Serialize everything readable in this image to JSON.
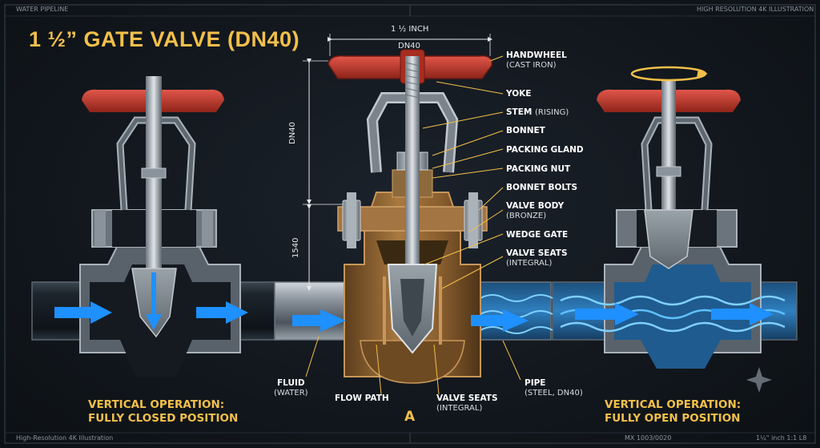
{
  "title": "1 ½” GATE VALVE (DN40)",
  "corners": {
    "top_left": "WATER PIPELINE",
    "top_right": "HIGH RESOLUTION 4K ILLUSTRATION",
    "bottom_left": "High-Resolution 4K Illustration",
    "bottom_mid": "MX 1003/0020",
    "bottom_right": "1¼\" inch 1:1 L8"
  },
  "dimensions": {
    "top_inch": "1 ½ INCH",
    "top_dn": "DN40",
    "side_dn": "DN40",
    "side_num": "1540"
  },
  "callouts": [
    {
      "label": "HANDWHEEL",
      "sub": "(CAST IRON)"
    },
    {
      "label": "YOKE",
      "sub": ""
    },
    {
      "label": "STEM",
      "sub": "(RISING)"
    },
    {
      "label": "BONNET",
      "sub": ""
    },
    {
      "label": "PACKING GLAND",
      "sub": ""
    },
    {
      "label": "PACKING NUT",
      "sub": ""
    },
    {
      "label": "BONNET BOLTS",
      "sub": ""
    },
    {
      "label": "VALVE BODY",
      "sub": "(BRONZE)"
    },
    {
      "label": "WEDGE GATE",
      "sub": ""
    },
    {
      "label": "VALVE SEATS",
      "sub": "(INTEGRAL)"
    }
  ],
  "bottom_labels": {
    "fluid": "FLUID",
    "fluid_sub": "(WATER)",
    "flow_path": "FLOW PATH",
    "seats": "VALVE SEATS",
    "seats_sub": "(INTEGRAL)",
    "pipe": "PIPE",
    "pipe_sub": "(STEEL, DN40)",
    "section": "A"
  },
  "captions": {
    "closed_line1": "VERTICAL OPERATION:",
    "closed_line2": "FULLY CLOSED POSITION",
    "open_line1": "VERTICAL OPERATION:",
    "open_line2": "FULLY OPEN POSITION"
  },
  "colors": {
    "accent": "#f2c04a",
    "handwheel": "#c03a2b",
    "flow": "#1e90ff",
    "bronze": "#9a6f3a"
  }
}
